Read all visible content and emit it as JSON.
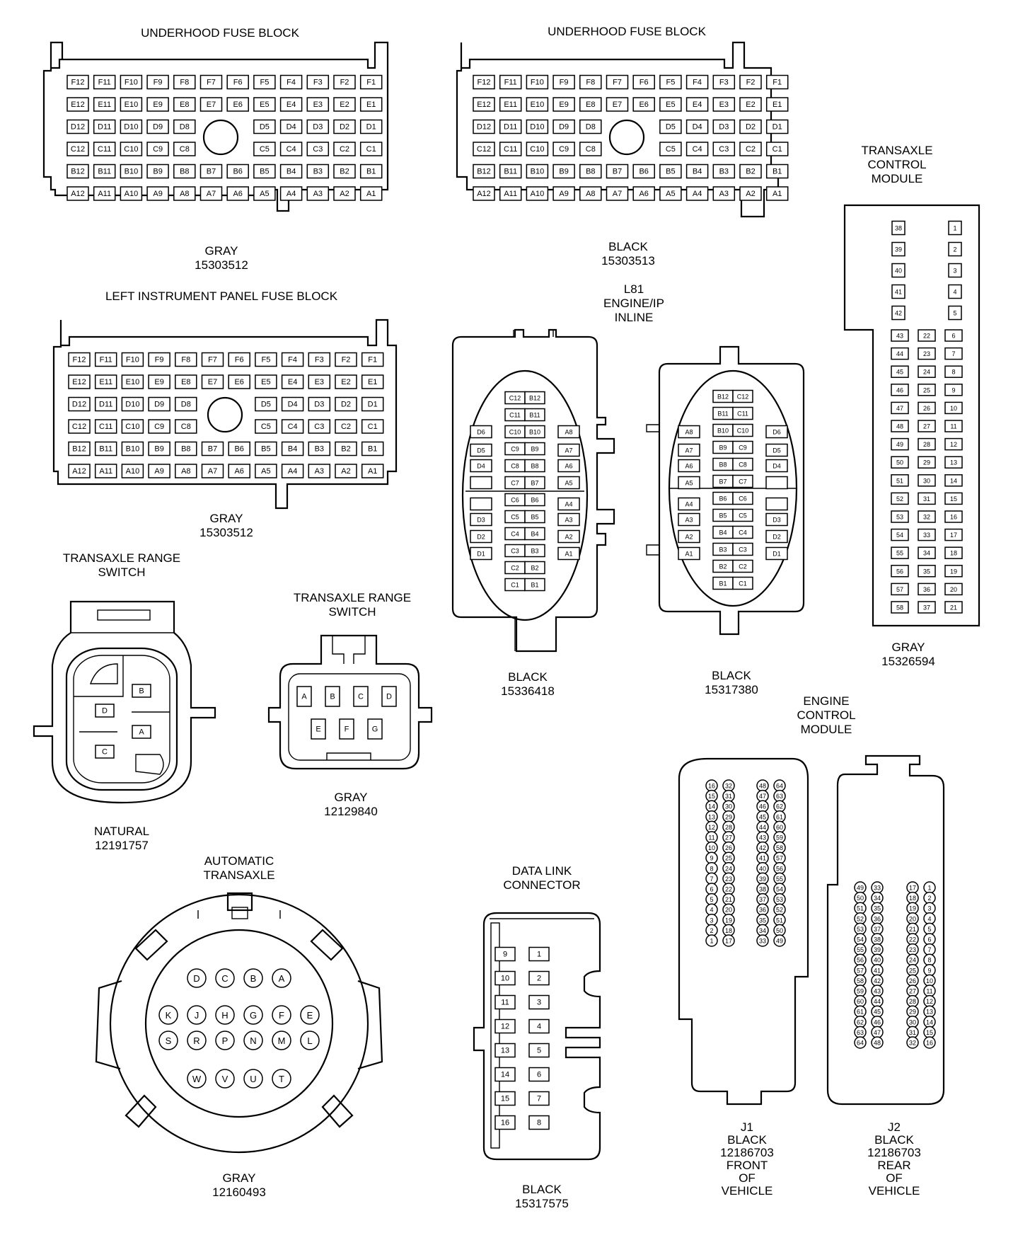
{
  "connectors": {
    "ufb_gray": {
      "title": "UNDERHOOD FUSE BLOCK",
      "color": "GRAY",
      "part": "15303512",
      "rows": [
        [
          "F12",
          "F11",
          "F10",
          "F9",
          "F8",
          "F7",
          "F6",
          "F5",
          "F4",
          "F3",
          "F2",
          "F1"
        ],
        [
          "E12",
          "E11",
          "E10",
          "E9",
          "E8",
          "E7",
          "E6",
          "E5",
          "E4",
          "E3",
          "E2",
          "E1"
        ],
        [
          "D12",
          "D11",
          "D10",
          "D9",
          "D8",
          "",
          "",
          "D5",
          "D4",
          "D3",
          "D2",
          "D1"
        ],
        [
          "C12",
          "C11",
          "C10",
          "C9",
          "C8",
          "",
          "",
          "C5",
          "C4",
          "C3",
          "C2",
          "C1"
        ],
        [
          "B12",
          "B11",
          "B10",
          "B9",
          "B8",
          "B7",
          "B6",
          "B5",
          "B4",
          "B3",
          "B2",
          "B1"
        ],
        [
          "A12",
          "A11",
          "A10",
          "A9",
          "A8",
          "A7",
          "A6",
          "A5",
          "A4",
          "A3",
          "A2",
          "A1"
        ]
      ]
    },
    "ufb_black": {
      "title": "UNDERHOOD FUSE BLOCK",
      "color": "BLACK",
      "part": "15303513",
      "rows": [
        [
          "F12",
          "F11",
          "F10",
          "F9",
          "F8",
          "F7",
          "F6",
          "F5",
          "F4",
          "F3",
          "F2",
          "F1"
        ],
        [
          "E12",
          "E11",
          "E10",
          "E9",
          "E8",
          "E7",
          "E6",
          "E5",
          "E4",
          "E3",
          "E2",
          "E1"
        ],
        [
          "D12",
          "D11",
          "D10",
          "D9",
          "D8",
          "",
          "",
          "D5",
          "D4",
          "D3",
          "D2",
          "D1"
        ],
        [
          "C12",
          "C11",
          "C10",
          "C9",
          "C8",
          "",
          "",
          "C5",
          "C4",
          "C3",
          "C2",
          "C1"
        ],
        [
          "B12",
          "B11",
          "B10",
          "B9",
          "B8",
          "B7",
          "B6",
          "B5",
          "B4",
          "B3",
          "B2",
          "B1"
        ],
        [
          "A12",
          "A11",
          "A10",
          "A9",
          "A8",
          "A7",
          "A6",
          "A5",
          "A4",
          "A3",
          "A2",
          "A1"
        ]
      ]
    },
    "lip_gray": {
      "title": "LEFT INSTRUMENT PANEL FUSE BLOCK",
      "color": "GRAY",
      "part": "15303512",
      "rows": [
        [
          "F12",
          "F11",
          "F10",
          "F9",
          "F8",
          "F7",
          "F6",
          "F5",
          "F4",
          "F3",
          "F2",
          "F1"
        ],
        [
          "E12",
          "E11",
          "E10",
          "E9",
          "E8",
          "E7",
          "E6",
          "E5",
          "E4",
          "E3",
          "E2",
          "E1"
        ],
        [
          "D12",
          "D11",
          "D10",
          "D9",
          "D8",
          "",
          "",
          "D5",
          "D4",
          "D3",
          "D2",
          "D1"
        ],
        [
          "C12",
          "C11",
          "C10",
          "C9",
          "C8",
          "",
          "",
          "C5",
          "C4",
          "C3",
          "C2",
          "C1"
        ],
        [
          "B12",
          "B11",
          "B10",
          "B9",
          "B8",
          "B7",
          "B6",
          "B5",
          "B4",
          "B3",
          "B2",
          "B1"
        ],
        [
          "A12",
          "A11",
          "A10",
          "A9",
          "A8",
          "A7",
          "A6",
          "A5",
          "A4",
          "A3",
          "A2",
          "A1"
        ]
      ]
    },
    "inline_title": [
      "L81",
      "ENGINE/IP",
      "INLINE"
    ],
    "inline_left": {
      "color": "BLACK",
      "part": "15336418",
      "left_col": [
        "D6",
        "D5",
        "D4",
        "",
        "",
        "D3",
        "D2",
        "D1"
      ],
      "mid_col1": [
        "C12",
        "C11",
        "C10",
        "C9",
        "C8",
        "C7",
        "C6",
        "C5",
        "C4",
        "C3",
        "C2",
        "C1"
      ],
      "mid_col2": [
        "B12",
        "B11",
        "B10",
        "B9",
        "B8",
        "B7",
        "B6",
        "B5",
        "B4",
        "B3",
        "B2",
        "B1"
      ],
      "right_col": [
        "A8",
        "A7",
        "A6",
        "A5",
        "A4",
        "A3",
        "A2",
        "A1"
      ]
    },
    "inline_right": {
      "color": "BLACK",
      "part": "15317380",
      "left_col": [
        "A8",
        "A7",
        "A6",
        "A5",
        "A4",
        "A3",
        "A2",
        "A1"
      ],
      "mid_col1": [
        "B12",
        "B11",
        "B10",
        "B9",
        "B8",
        "B7",
        "B6",
        "B5",
        "B4",
        "B3",
        "B2",
        "B1"
      ],
      "mid_col2": [
        "C12",
        "C11",
        "C10",
        "C9",
        "C8",
        "C7",
        "C6",
        "C5",
        "C4",
        "C3",
        "C2",
        "C1"
      ],
      "right_col": [
        "D6",
        "D5",
        "D4",
        "",
        "",
        "D3",
        "D2",
        "D1"
      ]
    },
    "tcm": {
      "title": [
        "TRANSAXLE",
        "CONTROL",
        "MODULE"
      ],
      "color": "GRAY",
      "part": "15326594",
      "top_left": [
        "38",
        "39",
        "40",
        "41",
        "42"
      ],
      "top_right": [
        "1",
        "2",
        "3",
        "4",
        "5"
      ],
      "col1": [
        "43",
        "44",
        "45",
        "46",
        "47",
        "48",
        "49",
        "50",
        "51",
        "52",
        "53",
        "54",
        "55",
        "56",
        "57",
        "58"
      ],
      "col2": [
        "22",
        "23",
        "24",
        "25",
        "26",
        "27",
        "28",
        "29",
        "30",
        "31",
        "32",
        "33",
        "34",
        "35",
        "36",
        "37"
      ],
      "col3": [
        "6",
        "7",
        "8",
        "9",
        "10",
        "11",
        "12",
        "13",
        "14",
        "15",
        "16",
        "17",
        "18",
        "19",
        "20",
        "21"
      ]
    },
    "trs_natural": {
      "title": [
        "TRANSAXLE RANGE",
        "SWITCH"
      ],
      "color": "NATURAL",
      "part": "12191757",
      "pins": [
        "B",
        "D",
        "A",
        "C"
      ]
    },
    "trs_gray": {
      "title": [
        "TRANSAXLE RANGE",
        "SWITCH"
      ],
      "color": "GRAY",
      "part": "12129840",
      "row1": [
        "A",
        "B",
        "C",
        "D"
      ],
      "row2": [
        "E",
        "F",
        "G"
      ]
    },
    "auto_trans": {
      "title": [
        "AUTOMATIC",
        "TRANSAXLE"
      ],
      "color": "GRAY",
      "part": "12160493",
      "row1": [
        "D",
        "C",
        "B",
        "A"
      ],
      "row2": [
        "K",
        "J",
        "H",
        "G",
        "F",
        "E"
      ],
      "row3": [
        "S",
        "R",
        "P",
        "N",
        "M",
        "L"
      ],
      "row4": [
        "W",
        "V",
        "U",
        "T"
      ]
    },
    "dlc": {
      "title": [
        "DATA LINK",
        "CONNECTOR"
      ],
      "color": "BLACK",
      "part": "15317575",
      "left": [
        "9",
        "10",
        "11",
        "12",
        "13",
        "14",
        "15",
        "16"
      ],
      "right": [
        "1",
        "2",
        "3",
        "4",
        "5",
        "6",
        "7",
        "8"
      ]
    },
    "ecm_title": [
      "ENGINE",
      "CONTROL",
      "MODULE"
    ],
    "ecm_j1": {
      "label": [
        "J1",
        "BLACK",
        "12186703",
        "FRONT",
        "OF",
        "VEHICLE"
      ],
      "col1": [
        "16",
        "15",
        "14",
        "13",
        "12",
        "11",
        "10",
        "9",
        "8",
        "7",
        "6",
        "5",
        "4",
        "3",
        "2",
        "1"
      ],
      "col2": [
        "32",
        "31",
        "30",
        "29",
        "28",
        "27",
        "26",
        "25",
        "24",
        "23",
        "22",
        "21",
        "20",
        "19",
        "18",
        "17"
      ],
      "col3": [
        "48",
        "47",
        "46",
        "45",
        "44",
        "43",
        "42",
        "41",
        "40",
        "39",
        "38",
        "37",
        "36",
        "35",
        "34",
        "33"
      ],
      "col4": [
        "64",
        "63",
        "62",
        "61",
        "60",
        "59",
        "58",
        "57",
        "56",
        "55",
        "54",
        "53",
        "52",
        "51",
        "50",
        "49"
      ]
    },
    "ecm_j2": {
      "label": [
        "J2",
        "BLACK",
        "12186703",
        "REAR",
        "OF",
        "VEHICLE"
      ],
      "col1": [
        "49",
        "50",
        "51",
        "52",
        "53",
        "54",
        "55",
        "56",
        "57",
        "58",
        "59",
        "60",
        "61",
        "62",
        "63",
        "64"
      ],
      "col2": [
        "33",
        "34",
        "35",
        "36",
        "37",
        "38",
        "39",
        "40",
        "41",
        "42",
        "43",
        "44",
        "45",
        "46",
        "47",
        "48"
      ],
      "col3": [
        "17",
        "18",
        "19",
        "20",
        "21",
        "22",
        "23",
        "24",
        "25",
        "26",
        "27",
        "28",
        "29",
        "30",
        "31",
        "32"
      ],
      "col4": [
        "1",
        "2",
        "3",
        "4",
        "5",
        "6",
        "7",
        "8",
        "9",
        "10",
        "11",
        "12",
        "13",
        "14",
        "15",
        "16"
      ]
    }
  }
}
